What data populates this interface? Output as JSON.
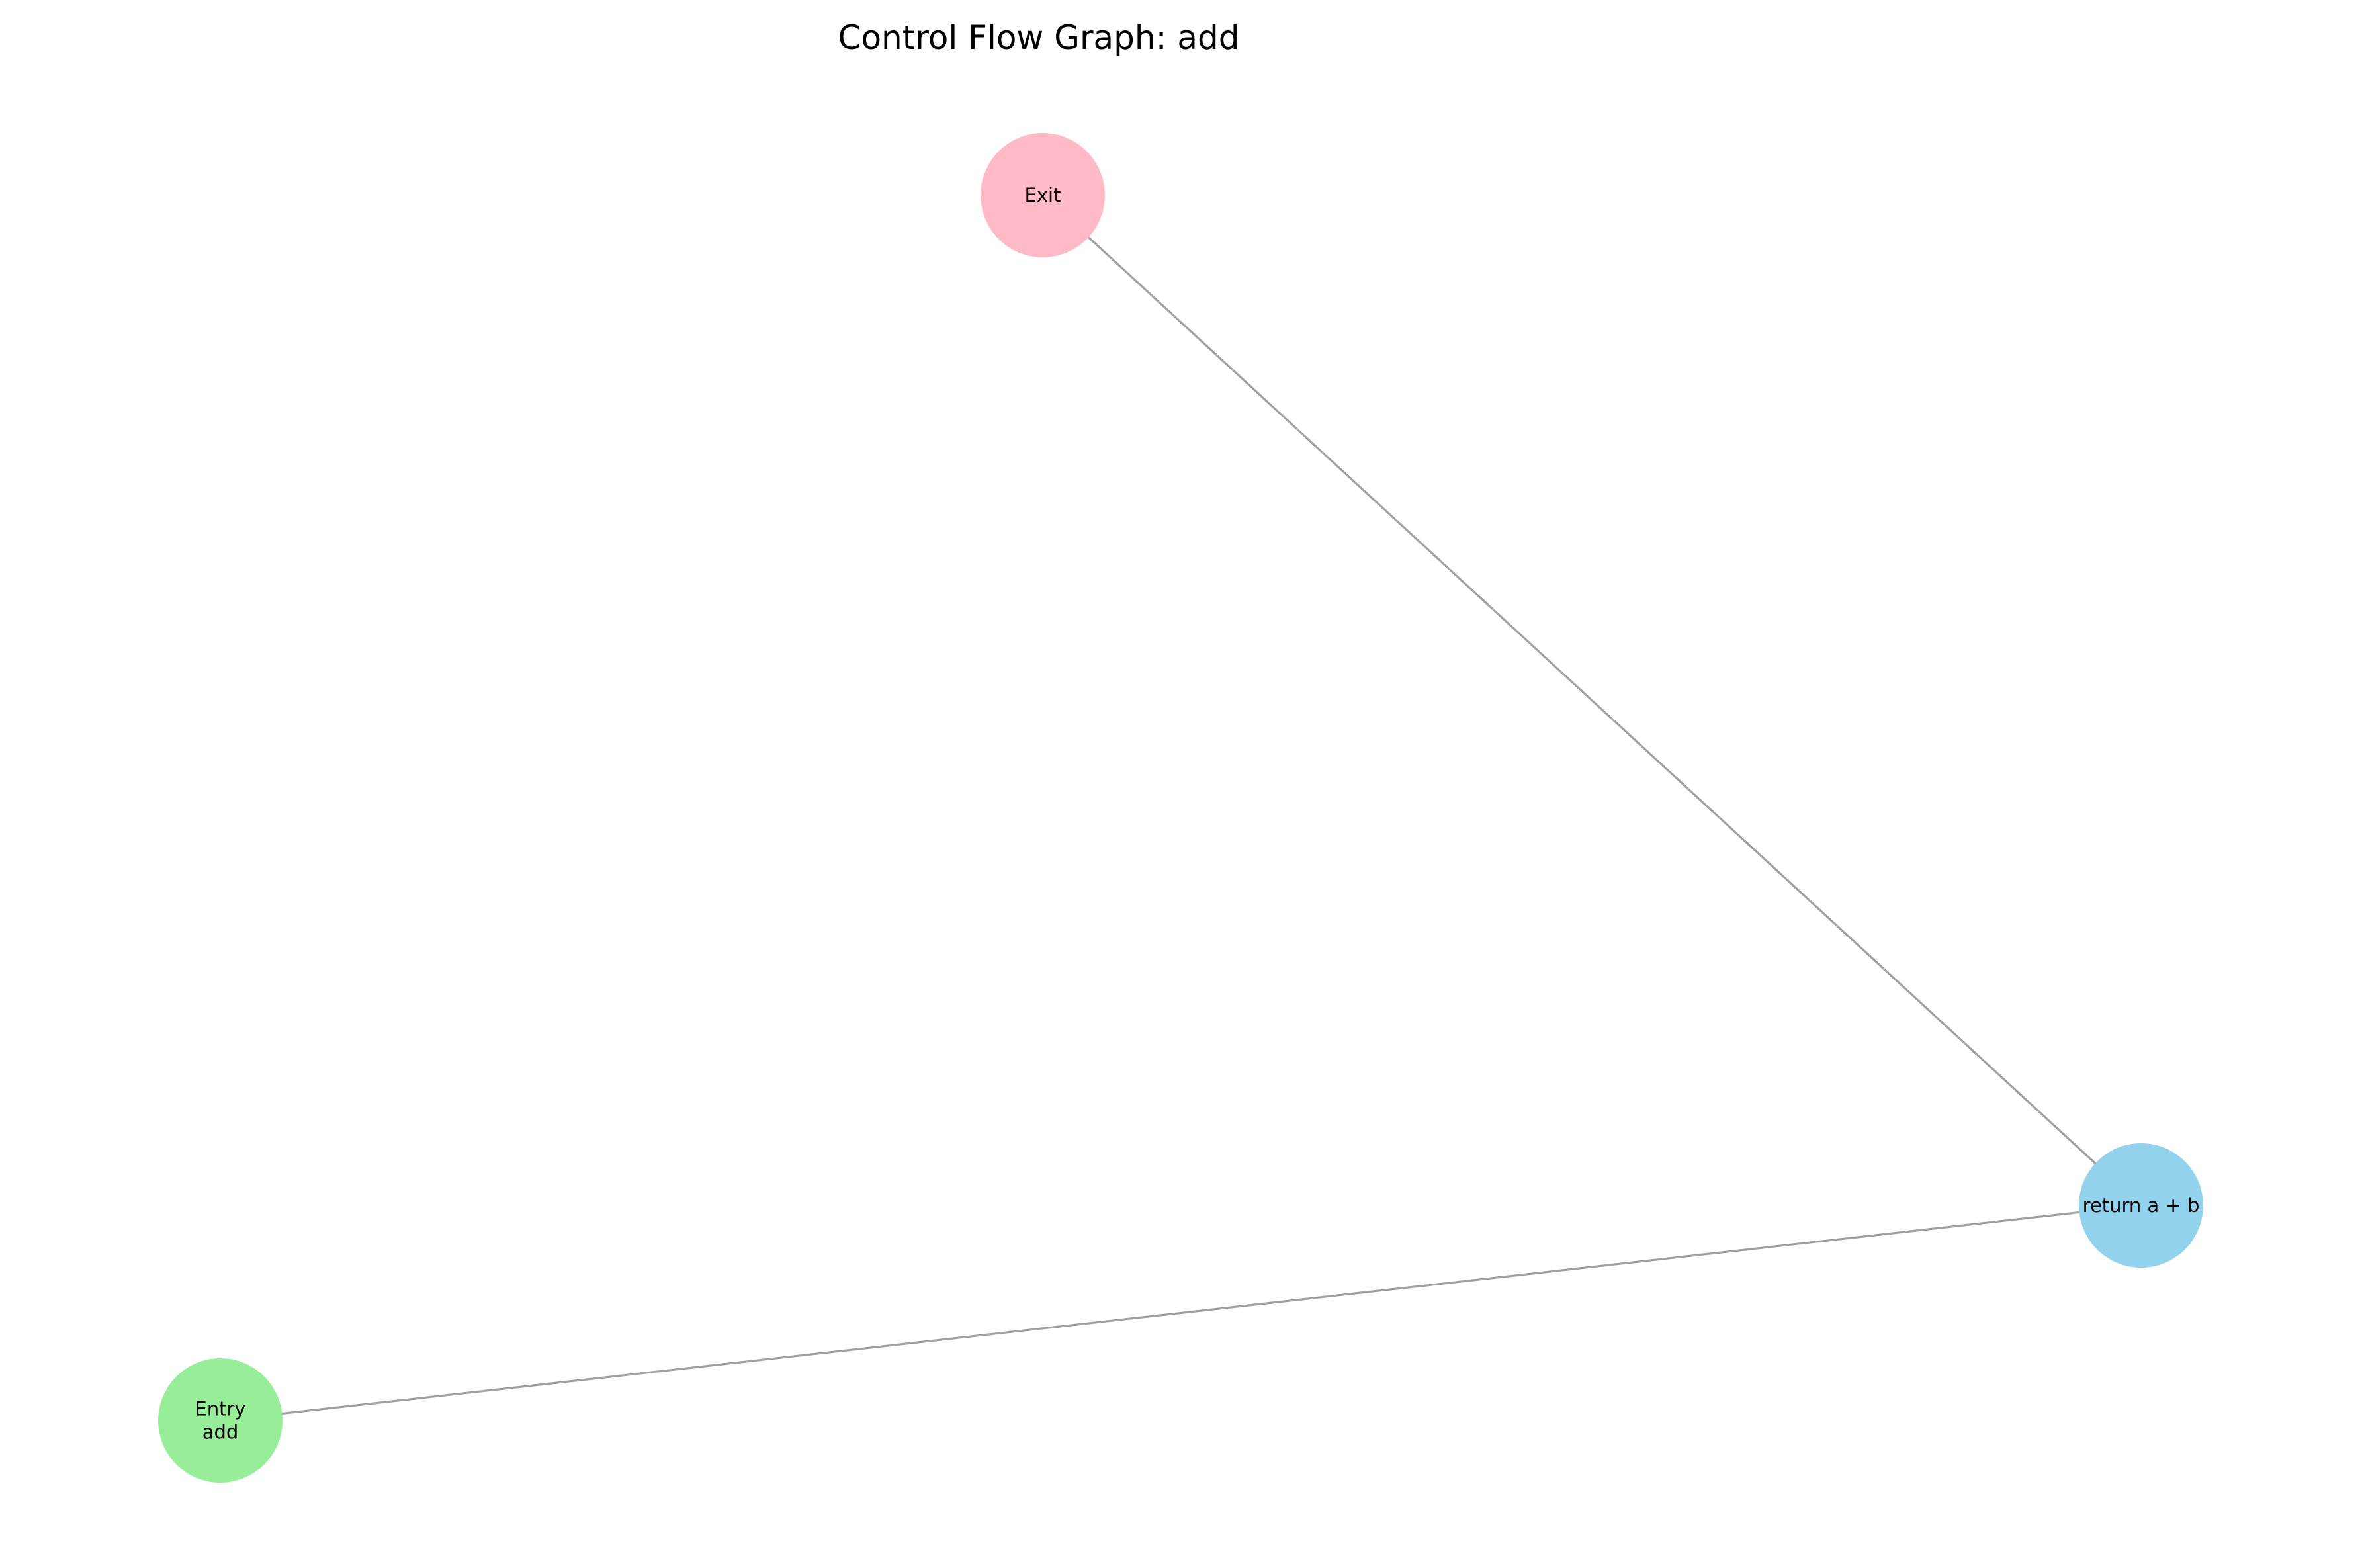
{
  "diagram": {
    "title": "Control Flow Graph: add",
    "colors": {
      "entry": "#98ee98",
      "statement": "#92d2ec",
      "exit": "#ffbac5",
      "edge": "#a0a0a0"
    },
    "nodes": [
      {
        "id": "entry",
        "kind": "entry",
        "lines": [
          "Entry",
          "add"
        ]
      },
      {
        "id": "stmt",
        "kind": "statement",
        "lines": [
          "return a + b"
        ]
      },
      {
        "id": "exit",
        "kind": "exit",
        "lines": [
          "Exit"
        ]
      }
    ],
    "edges": [
      {
        "from": "entry",
        "to": "stmt"
      },
      {
        "from": "stmt",
        "to": "exit"
      }
    ]
  }
}
